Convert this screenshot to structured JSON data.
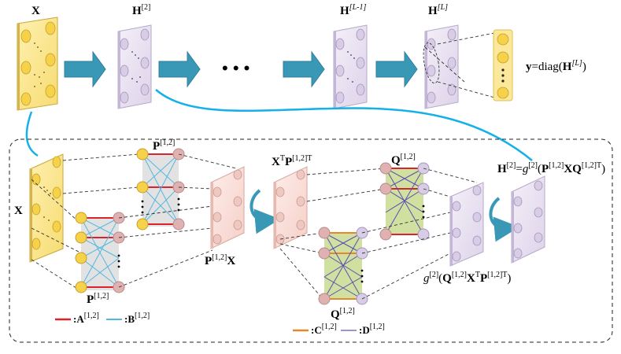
{
  "labels": {
    "input_x": "X",
    "h2_base": "H",
    "h2_sup": "[2]",
    "hlm1_base": "H",
    "hlm1_sup": "[L-1]",
    "hl_base": "H",
    "hl_sup": "[L]",
    "ellipsis": "• • •",
    "y_formula_pre": "y",
    "y_formula_mid": "=diag(",
    "y_formula_h": "H",
    "y_formula_sup": "[L]",
    "y_formula_post": ")",
    "detail_x": "X",
    "p_top_base": "P",
    "p_top_sup": "[1,2]",
    "p_bottom_base": "P",
    "p_bottom_sup": "[1,2]",
    "px_base": "P",
    "px_sup": "[1,2]",
    "px_x": "X",
    "xtpt_x": "X",
    "xtpt_t": "T",
    "xtpt_p": "P",
    "xtpt_sup": "[1,2]T",
    "q_top_base": "Q",
    "q_top_sup": "[1,2]",
    "q_bottom_base": "Q",
    "q_bottom_sup": "[1,2]",
    "h2_eq_h": "H",
    "h2_eq_sup": "[2]",
    "h2_eq_eq": "=",
    "h2_eq_g": "g",
    "h2_eq_gsup": "[2]",
    "h2_eq_open": "(",
    "h2_eq_p": "P",
    "h2_eq_psup": "[1,2]",
    "h2_eq_xq": "XQ",
    "h2_eq_qsup": "[1,2]T",
    "h2_eq_close": ")",
    "g2_g": "g",
    "g2_gsup": "[2]",
    "g2_open": "(",
    "g2_q": "Q",
    "g2_qsup": "[1,2]",
    "g2_x": "X",
    "g2_t": "T",
    "g2_p": "P",
    "g2_psup": "[1,2]T",
    "g2_close": ")"
  },
  "legend": {
    "a_text": ":A",
    "a_sup": "[1,2]",
    "b_text": ":B",
    "b_sup": "[1,2]",
    "c_text": ":C",
    "c_sup": "[1,2]",
    "d_text": ":D",
    "d_sup": "[1,2]"
  },
  "colors": {
    "yellow_panel": "#fbe89a",
    "yellow_node": "#f5d24a",
    "lavender_panel": "#ece6f2",
    "lavender_node": "#d8cce6",
    "pink_panel": "#fbe1dc",
    "pink_node": "#e0b1b1",
    "arrow": "#3a98b7",
    "cyan_line": "#14b0e8",
    "red_edge": "#d9232e",
    "blue_edge": "#53b8e0",
    "orange_edge": "#e7862a",
    "purple_edge": "#5a4db0",
    "green_fill": "#cfe0a1",
    "gray_fill": "#e2e2e2"
  }
}
